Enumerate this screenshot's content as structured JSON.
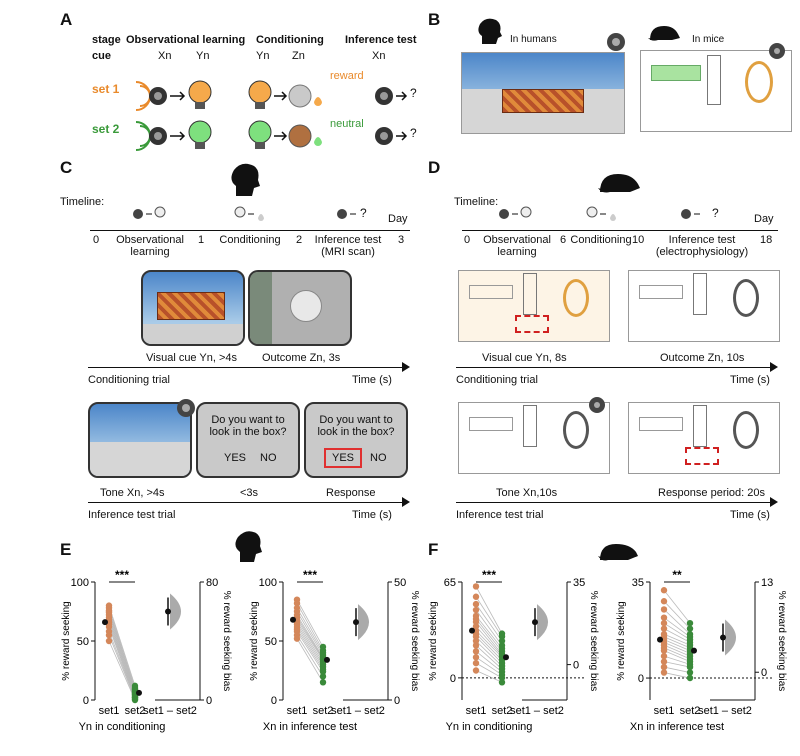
{
  "panelA": {
    "label": "A",
    "stage": "stage",
    "cue": "cue",
    "headers": {
      "obs": "Observational learning",
      "cond": "Conditioning",
      "inf": "Inference test"
    },
    "cols": {
      "xn": "Xn",
      "yn": "Yn",
      "yn2": "Yn",
      "zn": "Zn",
      "xn2": "Xn"
    },
    "set1": "set 1",
    "set2": "set 2",
    "reward": "reward",
    "neutral": "neutral",
    "q1": "?",
    "q2": "?"
  },
  "panelB": {
    "label": "B",
    "humans": "In humans",
    "mice": "In mice"
  },
  "panelC": {
    "label": "C",
    "timeline": "Timeline:",
    "day": "Day",
    "ticks": [
      "0",
      "1",
      "2",
      "3"
    ],
    "phases": [
      "Observational learning",
      "Conditioning",
      "Inference test (MRI scan)"
    ],
    "visual": "Visual cue Yn, >4s",
    "outcome": "Outcome Zn, 3s",
    "cond_trial": "Conditioning trial",
    "time": "Time (s)",
    "question": "Do you want to look in the box?",
    "question2": "Do you want to look in the box?",
    "yes": "YES",
    "no": "NO",
    "yes2": "YES",
    "no2": "NO",
    "tone": "Tone Xn, >4s",
    "lt3": "<3s",
    "response": "Response",
    "inf_trial": "Inference test trial",
    "time2": "Time (s)",
    "q": "?"
  },
  "panelD": {
    "label": "D",
    "timeline": "Timeline:",
    "day": "Day",
    "ticks": [
      "0",
      "6",
      "10",
      "18"
    ],
    "phases": [
      "Observational learning",
      "Conditioning",
      "Inference test (electrophysiology)"
    ],
    "visual": "Visual cue Yn, 8s",
    "outcome": "Outcome Zn, 10s",
    "cond_trial": "Conditioning trial",
    "time": "Time (s)",
    "tone": "Tone Xn,10s",
    "resp": "Response period: 20s",
    "inf_trial": "Inference test trial",
    "time2": "Time (s)",
    "q": "?"
  },
  "panelE": {
    "label": "E"
  },
  "panelF": {
    "label": "F"
  },
  "chart_data": [
    {
      "type": "scatter",
      "panel": "E",
      "ylabel": "% reward seeking",
      "bias_label": "% reward seeking bias",
      "xlabel": "Yn in conditioning",
      "categories": [
        "set1",
        "set2"
      ],
      "diff_label": "set1 – set2",
      "yticks": [
        "0",
        "50",
        "100"
      ],
      "bias_ticks": [
        "0",
        "80"
      ],
      "sig": "***",
      "ylim": [
        0,
        100
      ],
      "bias_lim": [
        0,
        80
      ],
      "mean": [
        66,
        6
      ],
      "bias_mean": 60,
      "set1": [
        80,
        78,
        76,
        75,
        74,
        72,
        70,
        68,
        66,
        64,
        62,
        58,
        55,
        50
      ],
      "set2": [
        12,
        10,
        9,
        8,
        7,
        6,
        5,
        5,
        4,
        3,
        2,
        2,
        1,
        0
      ]
    },
    {
      "type": "scatter",
      "panel": "E",
      "ylabel": "% reward seeking",
      "bias_label": "% reward seeking bias",
      "xlabel": "Xn in inference test",
      "categories": [
        "set1",
        "set2"
      ],
      "diff_label": "set1 – set2",
      "yticks": [
        "0",
        "50",
        "100"
      ],
      "bias_ticks": [
        "0",
        "50"
      ],
      "sig": "***",
      "ylim": [
        0,
        100
      ],
      "bias_lim": [
        0,
        50
      ],
      "mean": [
        68,
        34
      ],
      "bias_mean": 33,
      "set1": [
        85,
        82,
        78,
        75,
        72,
        70,
        68,
        66,
        64,
        62,
        60,
        58,
        55,
        52
      ],
      "set2": [
        45,
        42,
        40,
        38,
        36,
        35,
        34,
        32,
        30,
        28,
        26,
        24,
        20,
        15
      ]
    },
    {
      "type": "scatter",
      "panel": "F",
      "ylabel": "% reward seeking",
      "bias_label": "% reward seeking bias",
      "xlabel": "Yn in conditioning",
      "categories": [
        "set1",
        "set2"
      ],
      "diff_label": "set1 – set2",
      "yticks": [
        "0",
        "65"
      ],
      "bias_ticks": [
        "0",
        "35"
      ],
      "sig": "***",
      "ylim": [
        -15,
        65
      ],
      "bias_lim": [
        -15,
        35
      ],
      "mean": [
        32,
        14
      ],
      "bias_mean": 18,
      "set1": [
        62,
        55,
        50,
        46,
        42,
        40,
        38,
        35,
        32,
        30,
        28,
        25,
        22,
        18,
        14,
        10,
        5
      ],
      "set2": [
        30,
        28,
        25,
        22,
        20,
        18,
        16,
        15,
        14,
        12,
        10,
        8,
        6,
        4,
        2,
        0,
        -3
      ]
    },
    {
      "type": "scatter",
      "panel": "F",
      "ylabel": "% reward seeking",
      "bias_label": "% reward seeking bias",
      "xlabel": "Xn in inference test",
      "categories": [
        "set1",
        "set2"
      ],
      "diff_label": "set1 – set2",
      "yticks": [
        "0",
        "35"
      ],
      "bias_ticks": [
        "0",
        "13"
      ],
      "sig": "**",
      "ylim": [
        -8,
        35
      ],
      "bias_lim": [
        -4,
        13
      ],
      "mean": [
        14,
        10
      ],
      "bias_mean": 5,
      "set1": [
        32,
        28,
        25,
        22,
        20,
        18,
        16,
        15,
        14,
        13,
        12,
        11,
        10,
        8,
        6,
        4,
        2
      ],
      "set2": [
        20,
        18,
        16,
        15,
        14,
        13,
        12,
        11,
        10,
        9,
        8,
        7,
        6,
        5,
        4,
        2,
        0
      ]
    }
  ]
}
